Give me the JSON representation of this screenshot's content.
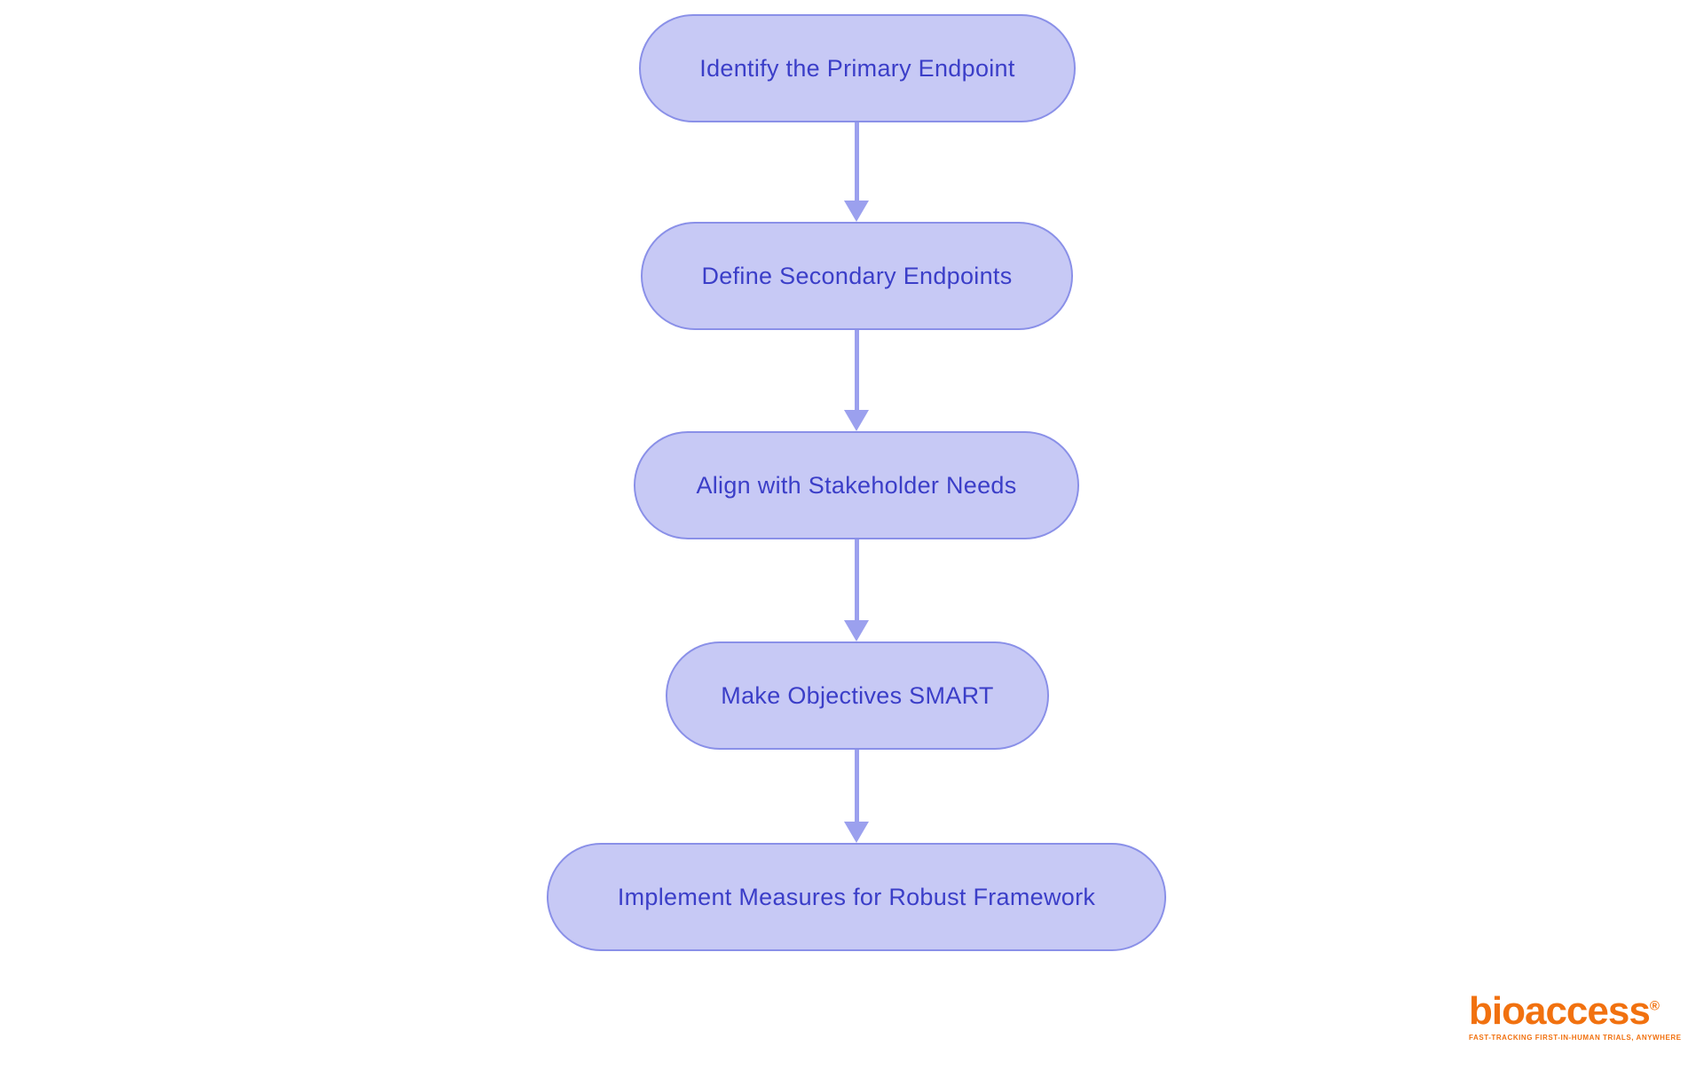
{
  "diagram": {
    "type": "flowchart",
    "direction": "top-down",
    "steps": [
      {
        "label": "Identify the Primary Endpoint"
      },
      {
        "label": "Define Secondary Endpoints"
      },
      {
        "label": "Align with Stakeholder Needs"
      },
      {
        "label": "Make Objectives SMART"
      },
      {
        "label": "Implement Measures for Robust Framework"
      }
    ]
  },
  "logo": {
    "brand": "bioaccess",
    "registered": "®",
    "tagline": "FAST-TRACKING FIRST-IN-HUMAN TRIALS, ANYWHERE"
  },
  "colors": {
    "page-bg": "#ffffff",
    "node-fill": "#c7c9f5",
    "node-border": "#8a90e8",
    "node-text": "#3b3ec8",
    "arrow": "#9ba0ee",
    "brand-orange": "#f1710f"
  }
}
